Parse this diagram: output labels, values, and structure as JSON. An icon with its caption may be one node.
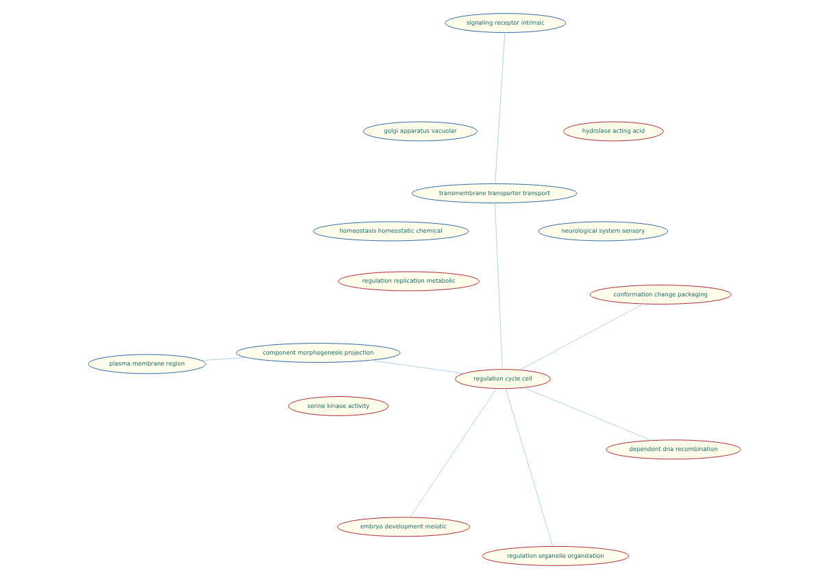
{
  "diagram": {
    "nodes": [
      {
        "text": [
          "regulation cycle cell"
        ]
      },
      {
        "text": [
          "conformation change packaging"
        ]
      },
      {
        "text": [
          "embryo development meiotic"
        ]
      },
      {
        "text": [
          "component morphogenesis projection"
        ]
      },
      {
        "text": [
          "transmembrane transporter transport"
        ]
      },
      {
        "text": [
          "signaling receptor intrinsic"
        ]
      },
      {
        "text": [
          "plasma membrane region"
        ]
      },
      {
        "text": [
          "homeostasis homeostatic chemical"
        ]
      },
      {
        "text": [
          "dependent dna recombination"
        ]
      },
      {
        "text": [
          "regulation organelle organization"
        ]
      },
      {
        "text": [
          "serine kinase activity"
        ]
      },
      {
        "text": [
          "hydrolase acting acid"
        ]
      },
      {
        "text": [
          "regulation replication metabolic"
        ]
      },
      {
        "text": [
          "golgi apparatus vacuolar"
        ]
      },
      {
        "text": [
          "neurological system sensory"
        ]
      }
    ],
    "edges": [
      {
        "from": 1,
        "to": 0,
        "arrow": "none"
      },
      {
        "from": 2,
        "to": 0,
        "arrow": "none"
      },
      {
        "from": 3,
        "to": 0,
        "arrow": "none"
      },
      {
        "from": 3,
        "to": 6,
        "arrow": "none"
      },
      {
        "from": 9,
        "to": 0,
        "arrow": "none"
      },
      {
        "from": 0,
        "to": 8,
        "arrow": "none"
      },
      {
        "from": 0,
        "to": 4,
        "arrow": "none"
      },
      {
        "from": 5,
        "to": 4,
        "arrow": "none"
      }
    ]
  }
}
